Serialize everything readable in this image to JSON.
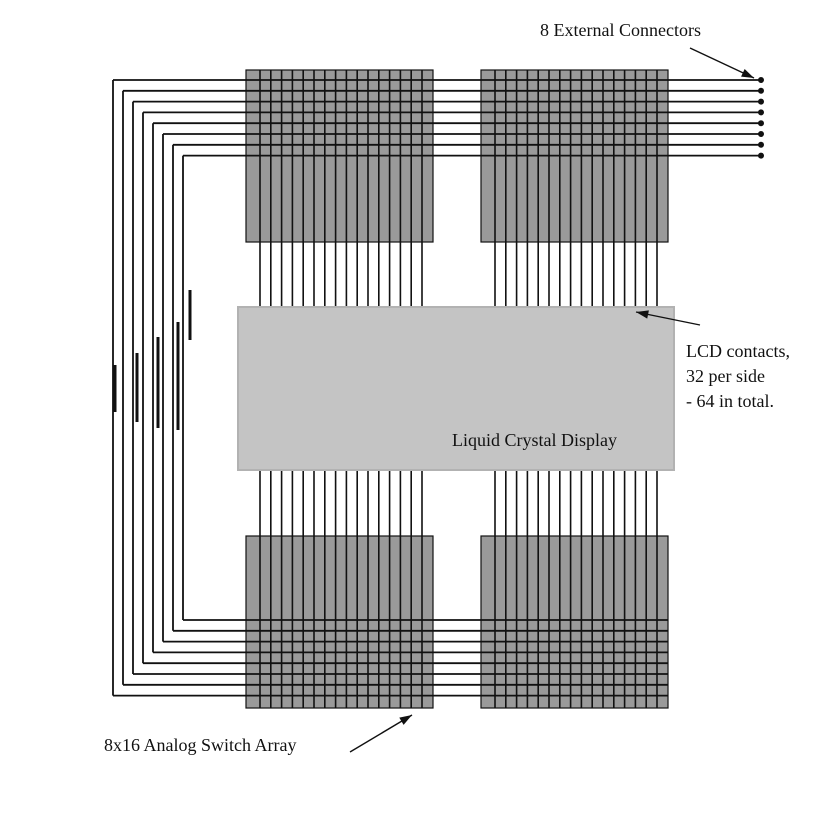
{
  "labels": {
    "external_connectors": "8 External Connectors",
    "lcd_contacts_line1": "LCD contacts,",
    "lcd_contacts_line2": "32 per side",
    "lcd_contacts_line3": "- 64 in total.",
    "lcd_name": "Liquid Crystal Display",
    "switch_array": "8x16 Analog Switch Array"
  },
  "diagram": {
    "switch_array_count": 4,
    "switch_array_rows": 8,
    "switch_array_columns": 16,
    "external_connector_count": 8,
    "lcd_contacts_per_side": 32,
    "lcd_contacts_total": 64
  },
  "colors": {
    "switch_array_fill": "#9a9a9a",
    "lcd_fill": "#c4c4c4",
    "wire": "#111111",
    "background": "#ffffff"
  }
}
